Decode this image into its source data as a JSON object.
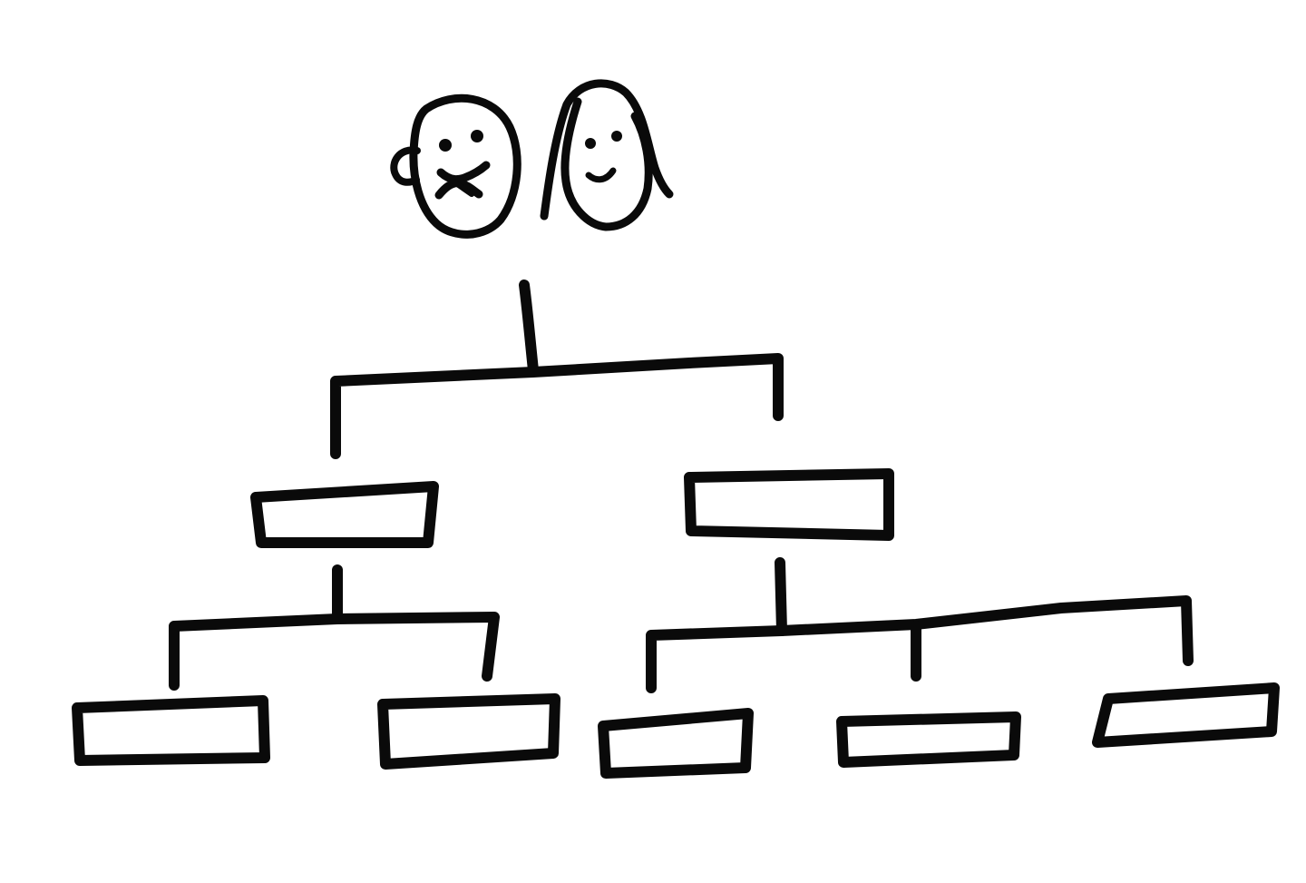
{
  "diagram": {
    "kind": "family tree sketch",
    "ink_color": "#0a0a0a",
    "background_color": "#ffffff",
    "root": {
      "people": [
        {
          "role": "man",
          "icon": "man-face-icon"
        },
        {
          "role": "woman",
          "icon": "woman-face-icon"
        }
      ]
    },
    "generations": [
      {
        "level": 1,
        "box_count": 2
      },
      {
        "level": 2,
        "box_count": 5
      }
    ],
    "children_of_root": 2,
    "children_of_left_child": 2,
    "children_of_right_child": 3
  }
}
